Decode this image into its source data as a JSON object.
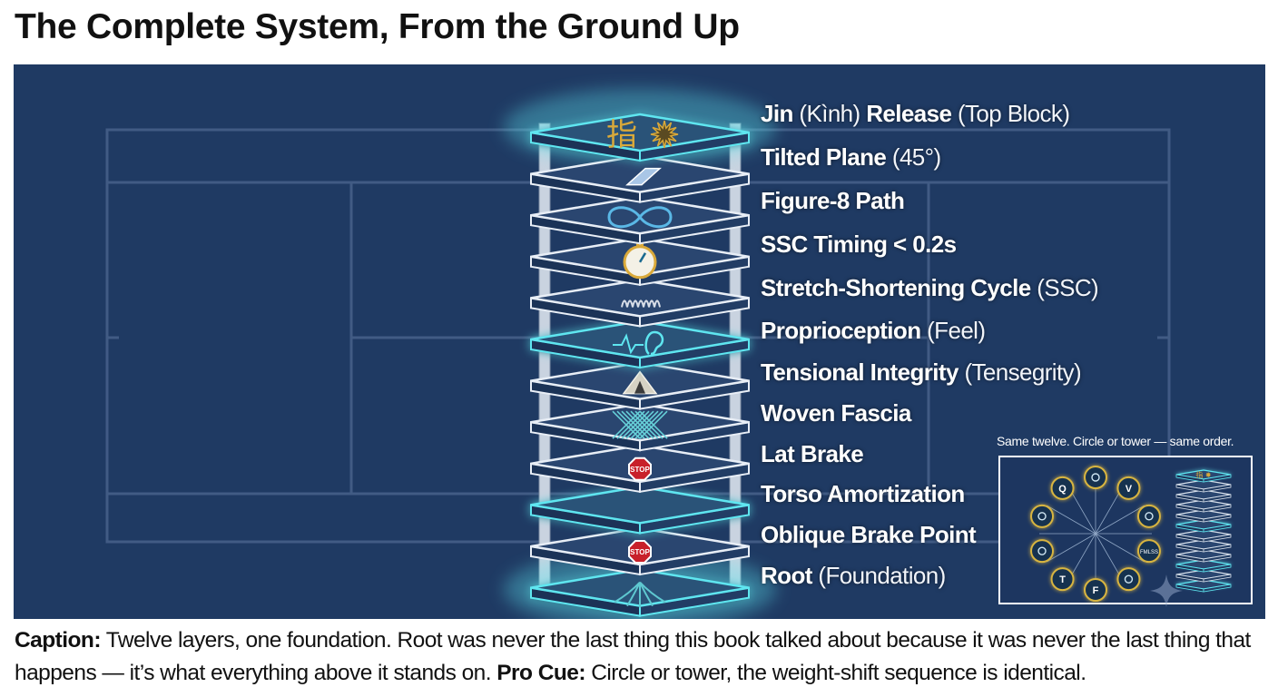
{
  "title": "The Complete System, From the Ground Up",
  "layers": [
    {
      "main": "Jin",
      "sub1": " (Kình) ",
      "main2": "Release",
      "sub2": " (Top Block)",
      "icon": "chinese-character-burst-icon",
      "glyph": "指"
    },
    {
      "main": "Tilted Plane",
      "sub1": " (45°)",
      "main2": "",
      "sub2": "",
      "icon": "tilted-plane-icon"
    },
    {
      "main": "Figure-8 Path",
      "sub1": "",
      "main2": "",
      "sub2": "",
      "icon": "infinity-icon"
    },
    {
      "main": "SSC Timing < 0.2s",
      "sub1": "",
      "main2": "",
      "sub2": "",
      "icon": "stopwatch-icon"
    },
    {
      "main": "Stretch-Shortening Cycle",
      "sub1": " (SSC)",
      "main2": "",
      "sub2": "",
      "icon": "spring-icon"
    },
    {
      "main": "Proprioception",
      "sub1": " (Feel)",
      "main2": "",
      "sub2": "",
      "icon": "ear-pulse-icon"
    },
    {
      "main": "Tensional Integrity",
      "sub1": " (Tensegrity)",
      "main2": "",
      "sub2": "",
      "icon": "tent-icon"
    },
    {
      "main": "Woven Fascia",
      "sub1": "",
      "main2": "",
      "sub2": "",
      "icon": "woven-mesh-icon"
    },
    {
      "main": "Lat Brake",
      "sub1": "",
      "main2": "",
      "sub2": "",
      "icon": "stop-sign-icon",
      "stop_text": "STOP"
    },
    {
      "main": "Torso Amortization",
      "sub1": "",
      "main2": "",
      "sub2": "",
      "icon": "blank-layer-icon"
    },
    {
      "main": "Oblique Brake Point",
      "sub1": "",
      "main2": "",
      "sub2": "",
      "icon": "stop-sign-icon",
      "stop_text": "STOP"
    },
    {
      "main": "Root",
      "sub1": " (Foundation)",
      "main2": "",
      "sub2": "",
      "icon": "roots-icon"
    }
  ],
  "inset": {
    "caption": "Same twelve. Circle or tower — same order.",
    "circle_letters": [
      "Q",
      "V",
      "T",
      "F"
    ],
    "circle_small_text": "FMLSS",
    "mini_tower_glyph": "指 ✸"
  },
  "caption": {
    "label": "Caption:",
    "text": " Twelve layers, one foundation. Root was never the last thing this book talked about because it was never the last thing that happens — it’s what everything above it stands on. ",
    "pro_label": "Pro Cue:",
    "pro_text": " Circle or tower, the weight-shift sequence is identical."
  },
  "colors": {
    "panel_bg": "#1f3a63",
    "glow_cyan": "#5ee6f0",
    "block_face": "#2a4670",
    "block_edge": "#e8eef6",
    "stop_red": "#c8202a",
    "gold": "#d9a93a"
  }
}
